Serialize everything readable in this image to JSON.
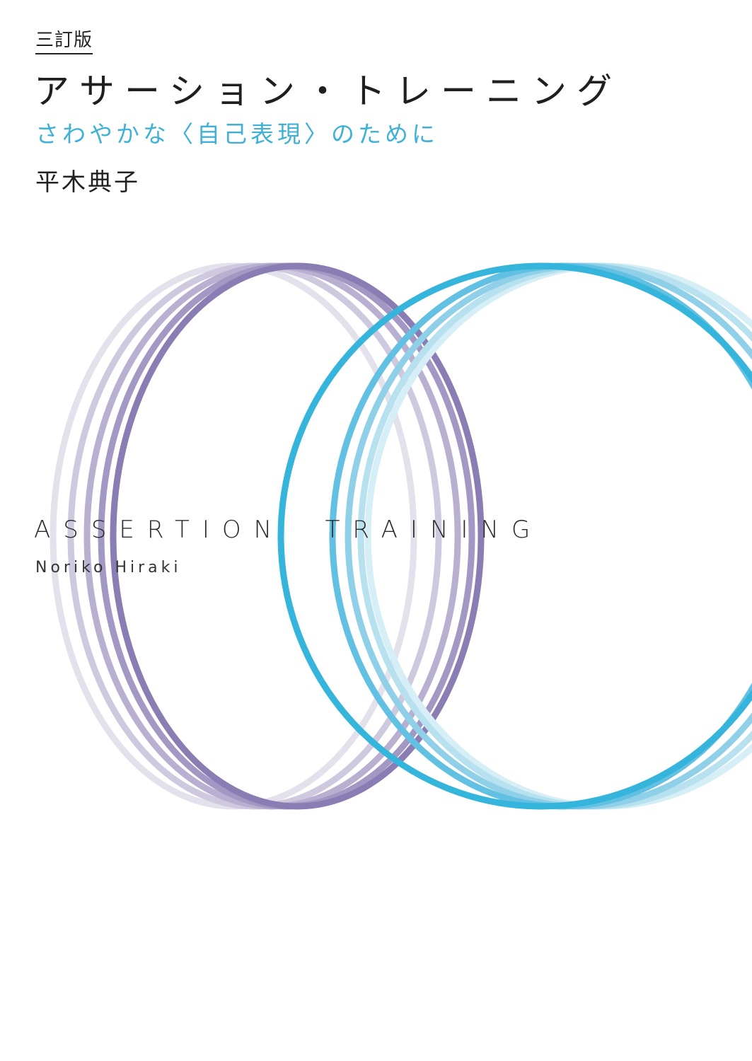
{
  "cover": {
    "edition": "三訂版",
    "title": "アサーション・トレーニング",
    "subtitle": "さわやかな〈自己表現〉のために",
    "author_ja": "平木典子",
    "title_en": "ASSERTION  TRAINING",
    "author_en": "Noriko Hiraki"
  },
  "colors": {
    "background": "#ffffff",
    "text": "#222222",
    "subtitle": "#3fb1d6",
    "purple_ring": "#8a7db3",
    "blue_ring": "#35b4dc"
  }
}
